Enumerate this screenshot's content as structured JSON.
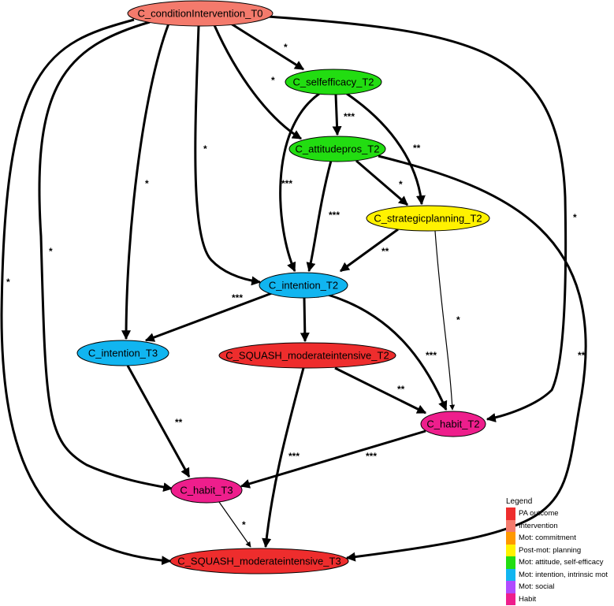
{
  "nodes": [
    {
      "id": "cond",
      "label": "C_conditionIntervention_T0",
      "color": "#F47A6C"
    },
    {
      "id": "se2",
      "label": "C_selfefficacy_T2",
      "color": "#22DD11"
    },
    {
      "id": "att2",
      "label": "C_attitudepros_T2",
      "color": "#22DD11"
    },
    {
      "id": "sp2",
      "label": "C_strategicplanning_T2",
      "color": "#FFF200"
    },
    {
      "id": "int2",
      "label": "C_intention_T2",
      "color": "#11B5F0"
    },
    {
      "id": "int3",
      "label": "C_intention_T3",
      "color": "#11B5F0"
    },
    {
      "id": "sq2",
      "label": "C_SQUASH_moderateintensive_T2",
      "color": "#EE2D2D"
    },
    {
      "id": "hab2",
      "label": "C_habit_T2",
      "color": "#EE1E8C"
    },
    {
      "id": "hab3",
      "label": "C_habit_T3",
      "color": "#EE1E8C"
    },
    {
      "id": "sq3",
      "label": "C_SQUASH_moderateintensive_T3",
      "color": "#EE2D2D"
    }
  ],
  "edges": [
    {
      "from": "cond",
      "to": "se2",
      "sig": "*"
    },
    {
      "from": "cond",
      "to": "att2",
      "sig": "*"
    },
    {
      "from": "cond",
      "to": "sp2",
      "sig": ""
    },
    {
      "from": "cond",
      "to": "int2",
      "sig": "*"
    },
    {
      "from": "cond",
      "to": "int3",
      "sig": "*"
    },
    {
      "from": "cond",
      "to": "hab3",
      "sig": "*"
    },
    {
      "from": "cond",
      "to": "sq3",
      "sig": "*"
    },
    {
      "from": "cond",
      "to": "hab2",
      "sig": "*"
    },
    {
      "from": "se2",
      "to": "att2",
      "sig": "***"
    },
    {
      "from": "se2",
      "to": "sp2",
      "sig": "**"
    },
    {
      "from": "se2",
      "to": "int2",
      "sig": "***"
    },
    {
      "from": "att2",
      "to": "sp2",
      "sig": "*"
    },
    {
      "from": "att2",
      "to": "int2",
      "sig": "***"
    },
    {
      "from": "att2",
      "to": "sq3",
      "sig": "**"
    },
    {
      "from": "sp2",
      "to": "int2",
      "sig": "**"
    },
    {
      "from": "sp2",
      "to": "hab2",
      "sig": "*"
    },
    {
      "from": "int2",
      "to": "int3",
      "sig": "***"
    },
    {
      "from": "int2",
      "to": "sq2",
      "sig": "**"
    },
    {
      "from": "int2",
      "to": "hab2",
      "sig": "***"
    },
    {
      "from": "sq2",
      "to": "hab2",
      "sig": "**"
    },
    {
      "from": "sq2",
      "to": "sq3",
      "sig": "***"
    },
    {
      "from": "int3",
      "to": "hab3",
      "sig": "**"
    },
    {
      "from": "hab2",
      "to": "hab3",
      "sig": "***"
    },
    {
      "from": "hab3",
      "to": "sq3",
      "sig": "*"
    }
  ],
  "legend": {
    "title": "Legend",
    "items": [
      {
        "label": "PA outcome",
        "color": "#EE2D2D"
      },
      {
        "label": "Intervention",
        "color": "#F47A6C"
      },
      {
        "label": "Mot: commitment",
        "color": "#FF9900"
      },
      {
        "label": "Post-mot: planning",
        "color": "#FFF200"
      },
      {
        "label": "Mot: attitude, self-efficacy",
        "color": "#22DD11"
      },
      {
        "label": "Mot: intention, intrinsic mot",
        "color": "#11B5F0"
      },
      {
        "label": "Mot: social",
        "color": "#B04BFF"
      },
      {
        "label": "Habit",
        "color": "#EE1E8C"
      }
    ]
  }
}
